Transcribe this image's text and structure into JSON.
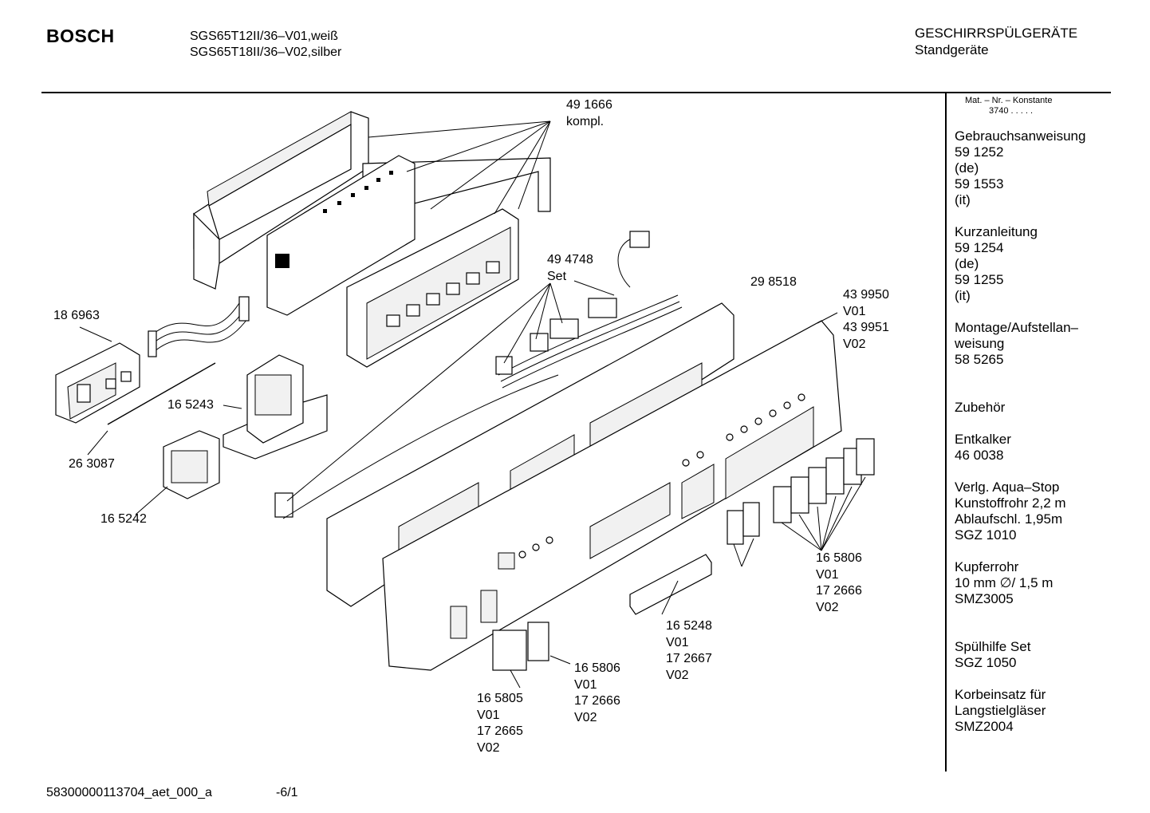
{
  "header": {
    "brand": "BOSCH",
    "model_line_1": "SGS65T12II/36–V01,weiß",
    "model_line_2": "SGS65T18II/36–V02,silber",
    "category": "GESCHIRRSPÜLGERÄTE",
    "subcategory": "Standgeräte"
  },
  "part_labels": [
    {
      "id": "p491666",
      "lines": [
        "49 1666",
        "kompl."
      ]
    },
    {
      "id": "p494748",
      "lines": [
        "49 4748",
        "Set"
      ]
    },
    {
      "id": "p298518",
      "lines": [
        "29 8518"
      ]
    },
    {
      "id": "p439950",
      "lines": [
        "43 9950",
        "V01",
        "43 9951",
        "V02"
      ]
    },
    {
      "id": "p186963",
      "lines": [
        "18 6963"
      ]
    },
    {
      "id": "p165243",
      "lines": [
        "16 5243"
      ]
    },
    {
      "id": "p263087",
      "lines": [
        "26 3087"
      ]
    },
    {
      "id": "p165242",
      "lines": [
        "16 5242"
      ]
    },
    {
      "id": "p165806a",
      "lines": [
        "16 5806",
        "V01",
        "17 2666",
        "V02"
      ]
    },
    {
      "id": "p165248",
      "lines": [
        "16 5248",
        "V01",
        "17 2667",
        "V02"
      ]
    },
    {
      "id": "p165806b",
      "lines": [
        "16 5806",
        "V01",
        "17 2666",
        "V02"
      ]
    },
    {
      "id": "p165805",
      "lines": [
        "16 5805",
        "V01",
        "17 2665",
        "V02"
      ]
    }
  ],
  "sidebar": {
    "constant_label": "Mat. – Nr. – Konstante",
    "constant_value": "3740 .  .  .  .  .",
    "entries": [
      "Gebrauchsanweisung",
      "59 1252",
      "(de)",
      "59 1553",
      "(it)",
      "",
      "Kurzanleitung",
      "59 1254",
      "(de)",
      "59 1255",
      "(it)",
      "",
      "Montage/Aufstellan–",
      "weisung",
      "58 5265",
      "",
      "",
      "Zubehör",
      "",
      "Entkalker",
      "46 0038",
      "",
      "Verlg. Aqua–Stop",
      "Kunstoffrohr 2,2 m",
      "Ablaufschl. 1,95m",
      "SGZ 1010",
      "",
      "Kupferrohr",
      "10 mm ∅/ 1,5 m",
      "SMZ3005",
      "",
      "",
      "Spülhilfe Set",
      "SGZ 1050",
      "",
      "Korbeinsatz für",
      "Langstielgläser",
      "SMZ2004"
    ]
  },
  "footer": {
    "document_id": "58300000113704_aet_000_a",
    "page": "-6/1"
  }
}
